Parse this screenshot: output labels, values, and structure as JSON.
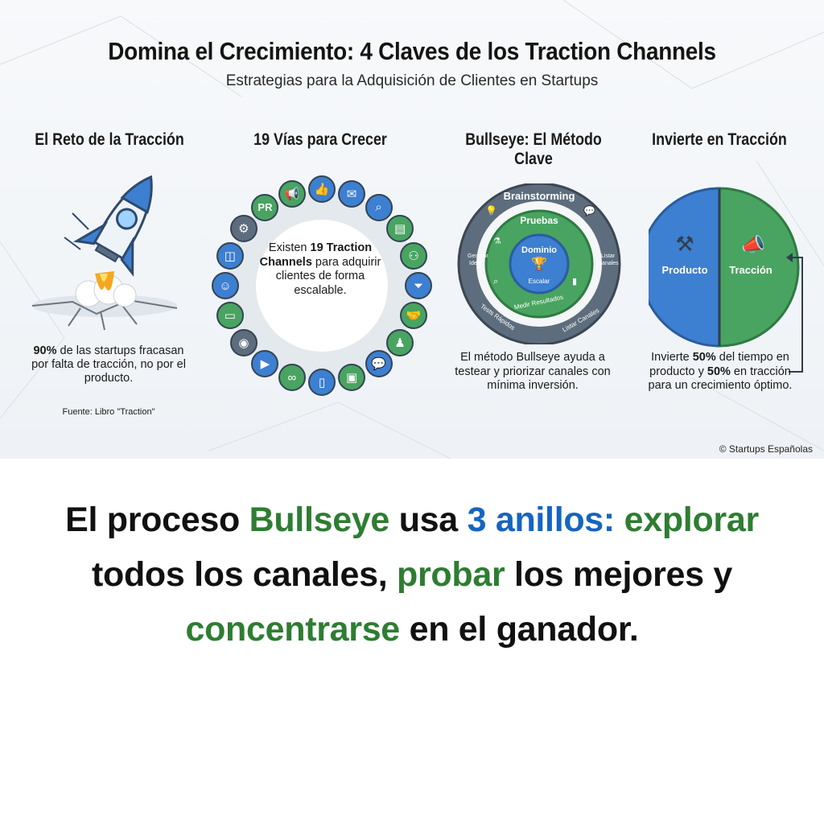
{
  "header": {
    "title": "Domina el Crecimiento: 4 Claves de los Traction Channels",
    "subtitle": "Estrategias para la Adquisición de Clientes en Startups"
  },
  "columns": {
    "challenge": {
      "title": "El Reto de la Tracción",
      "stat_bold": "90%",
      "stat_text": " de las startups fracasan por falta de tracción, no por el producto.",
      "source": "Fuente: Libro \"Traction\"",
      "icon": "rocket-icon"
    },
    "ways": {
      "title": "19 Vías para Crecer",
      "center_pre": "Existen ",
      "center_bold": "19 Traction Channels",
      "center_post": " para adquirir clientes de forma escalable.",
      "pr_label": "PR",
      "icons": [
        "megaphone-icon",
        "like-icon",
        "email-icon",
        "search-icon",
        "book-icon",
        "network-icon",
        "funnel-icon",
        "handshake-icon",
        "speaker-icon",
        "chat-icon",
        "presentation-icon",
        "mobile-icon",
        "link-icon",
        "video-icon",
        "podcast-icon",
        "billboard-icon",
        "user-icon",
        "web-icon",
        "gear-icon"
      ]
    },
    "bullseye": {
      "title": "Bullseye: El Método Clave",
      "ring_outer": "Brainstorming",
      "ring_middle": "Pruebas",
      "ring_inner": "Dominio",
      "label_generar_1": "Generar",
      "label_generar_2": "Ideas",
      "label_listar_1": "Listar",
      "label_listar_2": "Canales",
      "label_escalar": "Escalar",
      "label_medir": "Medir Resultados",
      "label_tests": "Tests Rápidos",
      "label_listar_canales": "Listar Canales",
      "description": "El método Bullseye ayuda a testear y priorizar canales con mínima inversión."
    },
    "invest": {
      "title": "Invierte en Tracción",
      "left_label": "Producto",
      "right_label": "Tracción",
      "text_1": "Invierte ",
      "pct_1": "50%",
      "text_2": " del tiempo en producto y ",
      "pct_2": "50%",
      "text_3": " en tracción para un crecimiento óptimo."
    }
  },
  "copyright": "© Startups Españolas",
  "caption": {
    "p1": "El proceso ",
    "p2": "Bullseye",
    "p3": " usa ",
    "p4": "3 anillos:",
    "p5": " ",
    "p6": "explorar",
    "p7": " todos los canales, ",
    "p8": "probar",
    "p9": " los mejores y ",
    "p10": "concentrarse",
    "p11": " en el ganador."
  },
  "colors": {
    "green": "#2e7d32",
    "blue": "#1565c0",
    "ring_gray": "#5d6d7d",
    "pie_blue": "#3d7fd0",
    "pie_green": "#48a460"
  }
}
